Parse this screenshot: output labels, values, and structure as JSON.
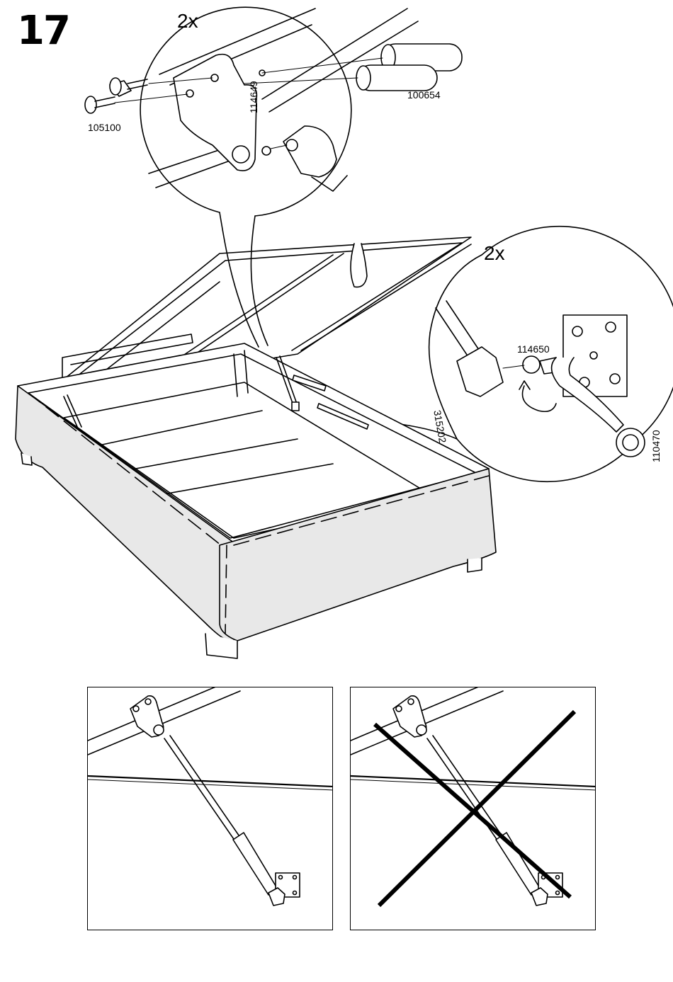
{
  "step": {
    "number": "17"
  },
  "detail_top": {
    "quantity": "2x",
    "parts": {
      "screws": "105100",
      "bracket": "114649",
      "dowels": "100654"
    }
  },
  "detail_right": {
    "quantity": "2x",
    "parts": {
      "ball_stud": "114650",
      "gas_spring_end": "315202",
      "wrench": "110470"
    }
  },
  "panels": [
    {
      "id": "correct",
      "crossed_out": false
    },
    {
      "id": "incorrect",
      "crossed_out": true
    }
  ]
}
